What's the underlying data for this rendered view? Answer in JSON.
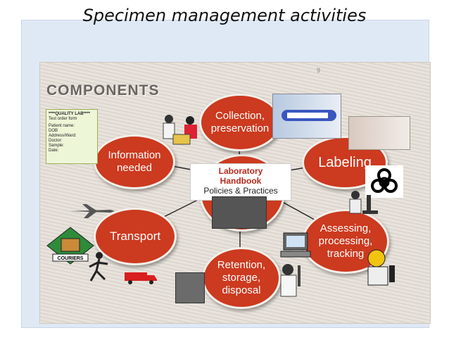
{
  "title": "Specimen management activities",
  "slide": {
    "page_number": "9",
    "heading": "COMPONENTS",
    "center": {
      "line1": "Laboratory",
      "line2": "Handbook",
      "line3": "Policies & Practices"
    },
    "nodes": {
      "collection": "Collection,\npreservation",
      "labeling": "Labeling",
      "assessing": "Assessing,\nprocessing,\ntracking",
      "retention": "Retention,\nstorage,\ndisposal",
      "transport": "Transport",
      "information": "Information\nneeded"
    },
    "form": {
      "header": "****QUALITY LAB****",
      "subheader": "Test order form",
      "fields": [
        "Patient name:",
        "DOB",
        "Address/Ward:",
        "Doctor:",
        "Sample:",
        "Date:"
      ]
    },
    "couriers_label": "COURIERS"
  },
  "colors": {
    "node": "#cc3a1f",
    "accent": "#b8281a"
  }
}
